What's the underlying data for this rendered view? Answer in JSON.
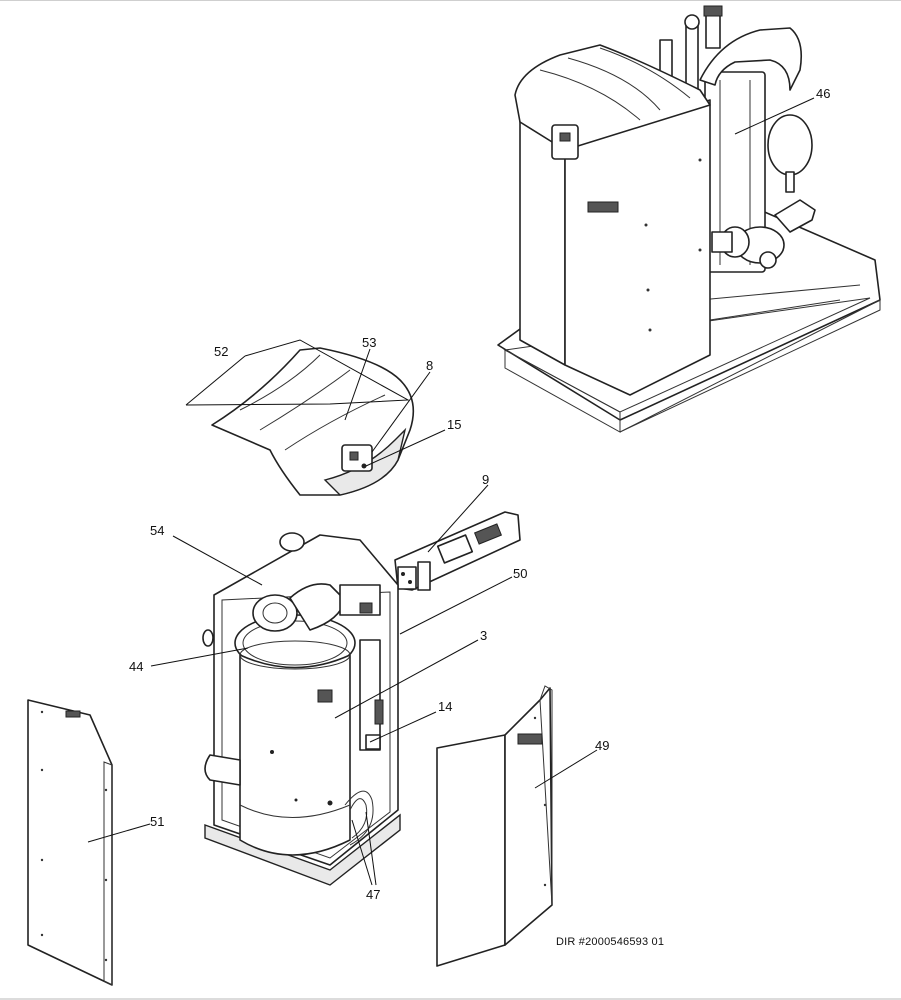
{
  "callouts": [
    {
      "id": "46"
    },
    {
      "id": "52"
    },
    {
      "id": "53"
    },
    {
      "id": "8"
    },
    {
      "id": "15"
    },
    {
      "id": "9"
    },
    {
      "id": "54"
    },
    {
      "id": "50"
    },
    {
      "id": "44"
    },
    {
      "id": "3"
    },
    {
      "id": "14"
    },
    {
      "id": "49"
    },
    {
      "id": "51"
    },
    {
      "id": "47"
    }
  ],
  "footer": {
    "dir_number": "DIR #2000546593   01"
  }
}
